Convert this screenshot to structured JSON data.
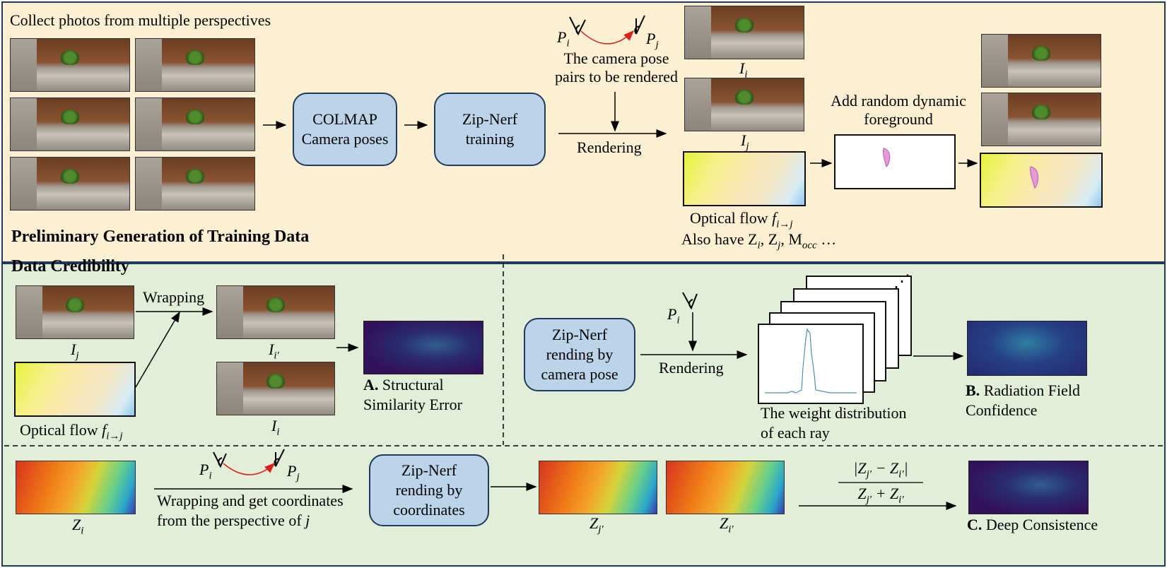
{
  "top": {
    "collect_label": "Collect photos from multiple perspectives",
    "colmap_line1": "COLMAP",
    "colmap_line2": "Camera poses",
    "zip_train_line1": "Zip-Nerf",
    "zip_train_line2": "training",
    "pose_pi": "P",
    "pose_pi_sub": "i",
    "pose_pj": "P",
    "pose_pj_sub": "j",
    "pose_pairs_line1": "The camera pose",
    "pose_pairs_line2": "pairs to be rendered",
    "rendering_label": "Rendering",
    "img_i_label": "I",
    "img_i_sub": "i",
    "img_j_label": "I",
    "img_j_sub": "j",
    "optical_flow_label": "Optical flow ",
    "optical_flow_math": "f",
    "optical_flow_sub": "i→j",
    "also_have": "Also have Z",
    "also_have_rest_1": "i",
    "also_have_rest_2": ", Z",
    "also_have_rest_3": "j",
    "also_have_rest_4": ", M",
    "also_have_rest_5": "occ",
    "also_have_rest_6": " …",
    "add_fg_line1": "Add random dynamic",
    "add_fg_line2": "foreground",
    "section_title": "Preliminary Generation of Training Data"
  },
  "credibility": {
    "section_title": "Data Credibility",
    "wrapping_label": "Wrapping",
    "ij_label": "I",
    "ij_sub": "j",
    "ii_prime_label": "I",
    "ii_prime_sub": "i′",
    "ii_label": "I",
    "ii_sub": "i",
    "optical_flow_label": "Optical flow ",
    "optical_flow_math": "f",
    "optical_flow_sub": "i→j",
    "a_bold": "A.",
    "a_line1": " Structural",
    "a_line2": "Similarity Error",
    "zip_render_line1": "Zip-Nerf",
    "zip_render_line2": "rending by",
    "zip_render_line3": "camera pose",
    "pi_label": "P",
    "pi_sub": "i",
    "rendering_label": "Rendering",
    "weight_line1": "The weight distribution",
    "weight_line2": "of each ray",
    "dots": "⋰",
    "b_bold": "B.",
    "b_line1": " Radiation Field",
    "b_line2": "Confidence"
  },
  "depth": {
    "zi_label": "Z",
    "zi_sub": "i",
    "pi_label": "P",
    "pi_sub": "i",
    "pj_label": "P",
    "pj_sub": "j",
    "wrap_line1": "Wrapping and get coordinates",
    "wrap_line2": "from the perspective of ",
    "wrap_j": "j",
    "zip_coord_line1": "Zip-Nerf",
    "zip_coord_line2": "rending by",
    "zip_coord_line3": "coordinates",
    "zj_prime_label": "Z",
    "zj_prime_sub": "j′",
    "zi_prime_label": "Z",
    "zi_prime_sub": "i′",
    "formula_num": "|Z",
    "formula_num_sub1": "j′",
    "formula_num_mid": " − Z",
    "formula_num_sub2": "i′",
    "formula_num_end": "|",
    "formula_den": "Z",
    "formula_den_sub1": "j′",
    "formula_den_mid": " + Z",
    "formula_den_sub2": "i′",
    "c_bold": "C.",
    "c_line1": " Deep Consistence"
  },
  "colors": {
    "panel_top": "#fdf0d2",
    "panel_bottom": "#e3eed9",
    "node_fill": "#bcd4ea",
    "border": "#1f3a5a",
    "pose_arrow": "#d9201c"
  }
}
